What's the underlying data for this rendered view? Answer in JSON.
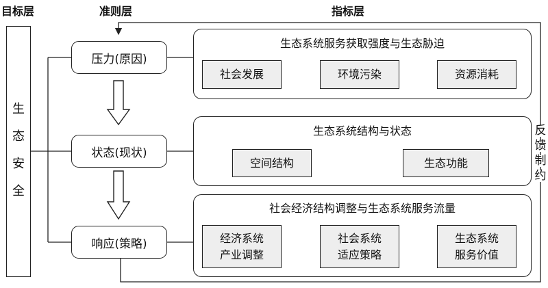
{
  "headers": {
    "goal_layer": "目标层",
    "criteria_layer": "准则层",
    "indicator_layer": "指标层"
  },
  "goal": {
    "chars": [
      "生",
      "态",
      "安",
      "全"
    ]
  },
  "criteria": {
    "pressure": "压力(原因)",
    "state": "状态(现状)",
    "response": "响应(策略)"
  },
  "panels": {
    "pressure": {
      "title": "生态系统服务获取强度与生态胁迫",
      "items": [
        "社会发展",
        "环境污染",
        "资源消耗"
      ]
    },
    "state": {
      "title": "生态系统结构与状态",
      "items": [
        "空间结构",
        "生态功能"
      ]
    },
    "response": {
      "title": "社会经济结构调整与生态系统服务流量",
      "items": [
        {
          "line1": "经济系统",
          "line2": "产业调整"
        },
        {
          "line1": "社会系统",
          "line2": "适应策略"
        },
        {
          "line1": "生态系统",
          "line2": "服务价值"
        }
      ]
    }
  },
  "feedback": {
    "chars": [
      "反",
      "馈",
      "制",
      "约"
    ]
  },
  "colors": {
    "box_fill": "#eeeeee",
    "stroke": "#222222"
  }
}
